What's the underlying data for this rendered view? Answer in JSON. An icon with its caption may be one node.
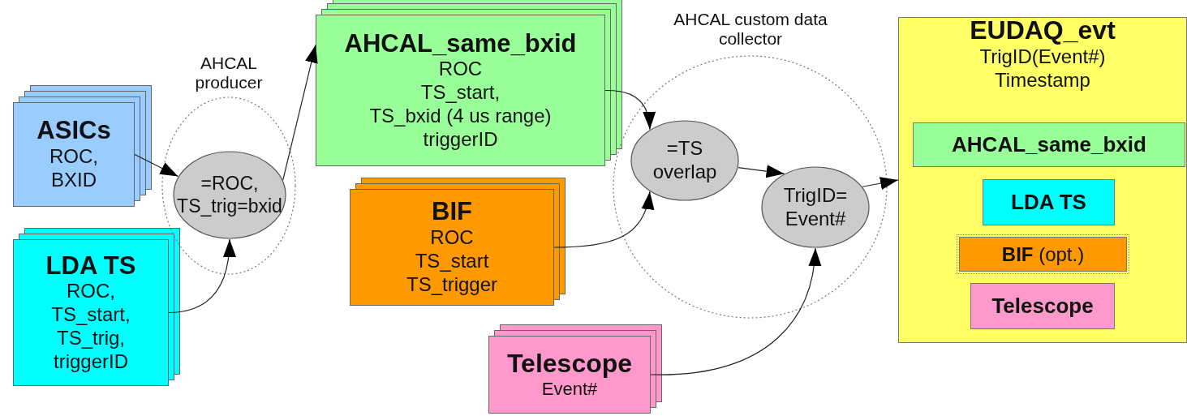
{
  "diagram": {
    "nodes": [
      {
        "text": [
          "ASICs",
          "ROC,",
          "BXID"
        ]
      },
      {
        "text": [
          "LDA TS",
          "ROC,",
          "TS_start,",
          "TS_trig,",
          "triggerID"
        ]
      },
      {
        "text": [
          "AHCAL producer"
        ]
      },
      {
        "text": [
          "=ROC, TS_trig=bxid"
        ],
        "in": 2
      },
      {
        "text": [
          "AHCAL_same_bxid",
          "ROC",
          "TS_start,",
          "TS_bxid (4 us range)",
          "triggerID"
        ]
      },
      {
        "text": [
          "BIF",
          "ROC",
          "TS_start",
          "TS_trigger"
        ]
      },
      {
        "text": [
          "Telescope",
          "Event#"
        ]
      },
      {
        "text": [
          "AHCAL custom data collector"
        ]
      },
      {
        "text": [
          "=TS overlap"
        ],
        "in": 7
      },
      {
        "text": [
          "TrigID= Event#"
        ],
        "in": 7
      },
      {
        "text": [
          "EUDAQ_evt",
          "TrigID(Event#)",
          "Timestamp"
        ]
      },
      {
        "text": [
          "AHCAL_same_bxid"
        ],
        "in": 10
      },
      {
        "text": [
          "LDA TS"
        ],
        "in": 10
      },
      {
        "text": [
          "**BIF** (opt.)"
        ],
        "in": 10
      },
      {
        "text": [
          "Telescope"
        ],
        "in": 10
      }
    ],
    "edges": [
      {
        "from": 0,
        "to": 3,
        "arrow": "to"
      },
      {
        "from": 1,
        "to": 3,
        "arrow": "to"
      },
      {
        "from": 3,
        "to": 4,
        "arrow": "to"
      },
      {
        "from": 4,
        "to": 8,
        "arrow": "to"
      },
      {
        "from": 5,
        "to": 8,
        "arrow": "to"
      },
      {
        "from": 8,
        "to": 9,
        "arrow": "to"
      },
      {
        "from": 6,
        "to": 9,
        "arrow": "to"
      },
      {
        "from": 9,
        "to": 10,
        "arrow": "to"
      }
    ]
  }
}
